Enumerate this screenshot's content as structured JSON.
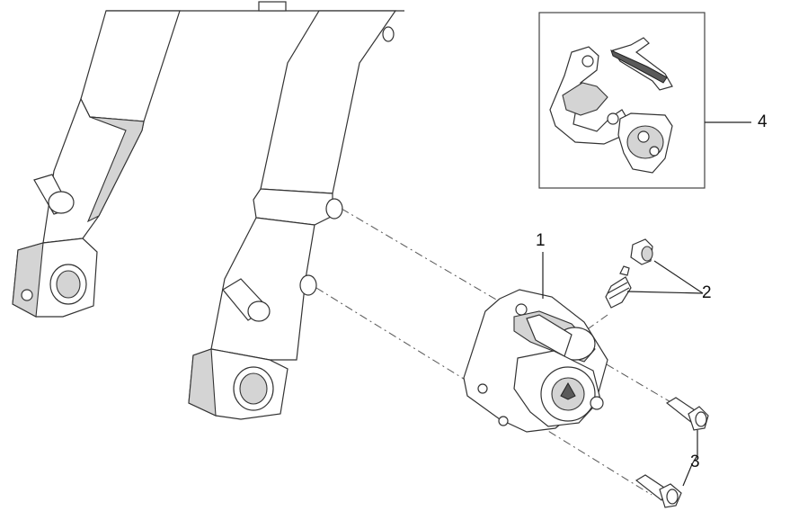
{
  "callouts": {
    "caliper": "1",
    "bleed_valve": "2",
    "bolts": "3",
    "pad_kit": "4"
  },
  "colors": {
    "line": "#333333",
    "shade": "#d4d4d4",
    "dark": "#5a5a5a"
  }
}
